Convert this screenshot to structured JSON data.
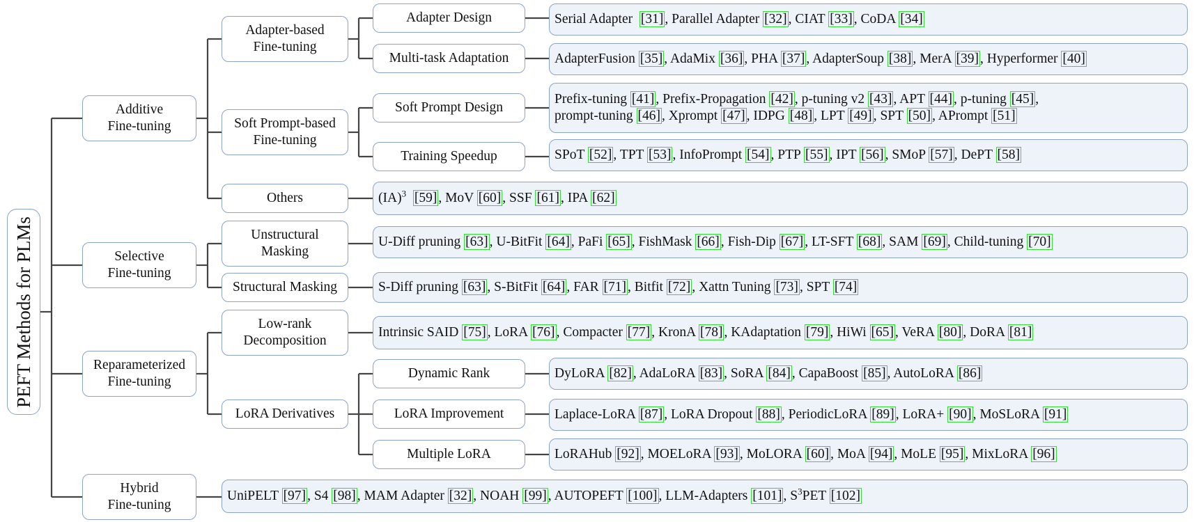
{
  "root": {
    "label": "PEFT Methods for PLMs"
  },
  "categories": [
    {
      "id": "c-additive",
      "label": "Additive\nFine-tuning"
    },
    {
      "id": "c-selective",
      "label": "Selective\nFine-tuning"
    },
    {
      "id": "c-reparam",
      "label": "Reparameterized\nFine-tuning"
    },
    {
      "id": "c-hybrid",
      "label": "Hybrid\nFine-tuning"
    }
  ],
  "subcategories": [
    {
      "id": "s-adapter",
      "label": "Adapter-based\nFine-tuning"
    },
    {
      "id": "s-softprompt",
      "label": "Soft Prompt-based\nFine-tuning"
    },
    {
      "id": "s-others",
      "label": "Others"
    },
    {
      "id": "s-unstruct",
      "label": "Unstructural\nMasking"
    },
    {
      "id": "s-struct",
      "label": "Structural Masking"
    },
    {
      "id": "s-lowrank",
      "label": "Low-rank\nDecomposition"
    },
    {
      "id": "s-loraderiv",
      "label": "LoRA Derivatives"
    }
  ],
  "topics": [
    {
      "id": "t-adapterdesign",
      "label": "Adapter Design"
    },
    {
      "id": "t-multitask",
      "label": "Multi-task Adaptation"
    },
    {
      "id": "t-softpromptdesign",
      "label": "Soft Prompt Design"
    },
    {
      "id": "t-trainingspeedup",
      "label": "Training Speedup"
    },
    {
      "id": "t-dynamicrank",
      "label": "Dynamic Rank"
    },
    {
      "id": "t-loraimprove",
      "label": "LoRA Improvement"
    },
    {
      "id": "t-multiplelora",
      "label": "Multiple LoRA"
    }
  ],
  "leaves": [
    {
      "id": "l-adapterdesign",
      "items": [
        [
          "Serial Adapter  ",
          "31"
        ],
        [
          "Parallel Adapter ",
          "32"
        ],
        [
          "CIAT ",
          "33"
        ],
        [
          "CoDA ",
          "34"
        ]
      ]
    },
    {
      "id": "l-multitask",
      "items": [
        [
          "AdapterFusion ",
          "35"
        ],
        [
          "AdaMix ",
          "36"
        ],
        [
          "PHA ",
          "37"
        ],
        [
          "AdapterSoup ",
          "38"
        ],
        [
          "MerA ",
          "39"
        ],
        [
          "Hyperformer ",
          "40"
        ]
      ]
    },
    {
      "id": "l-softpromptdesign",
      "items": [
        [
          "Prefix-tuning ",
          "41"
        ],
        [
          "Prefix-Propagation ",
          "42"
        ],
        [
          "p-tuning v2 ",
          "43"
        ],
        [
          "APT ",
          "44"
        ],
        [
          "p-tuning ",
          "45"
        ],
        [
          "prompt-tuning ",
          "46"
        ],
        [
          "Xprompt ",
          "47"
        ],
        [
          "IDPG ",
          "48"
        ],
        [
          "LPT ",
          "49"
        ],
        [
          "SPT ",
          "50"
        ],
        [
          "APrompt ",
          "51"
        ]
      ],
      "break_after": 4
    },
    {
      "id": "l-trainingspeedup",
      "items": [
        [
          "SPoT ",
          "52"
        ],
        [
          "TPT ",
          "53"
        ],
        [
          "InfoPrompt ",
          "54"
        ],
        [
          "PTP ",
          "55"
        ],
        [
          "IPT ",
          "56"
        ],
        [
          "SMoP ",
          "57"
        ],
        [
          "DePT ",
          "58"
        ]
      ]
    },
    {
      "id": "l-others",
      "items": [
        [
          "(IA)",
          "3",
          "  ",
          "59"
        ],
        [
          "MoV ",
          "60"
        ],
        [
          "SSF ",
          "61"
        ],
        [
          "IPA ",
          "62"
        ]
      ]
    },
    {
      "id": "l-unstruct",
      "items": [
        [
          "U-Diff pruning ",
          "63"
        ],
        [
          "U-BitFit ",
          "64"
        ],
        [
          "PaFi ",
          "65"
        ],
        [
          "FishMask ",
          "66"
        ],
        [
          "Fish-Dip ",
          "67"
        ],
        [
          "LT-SFT ",
          "68"
        ],
        [
          "SAM ",
          "69"
        ],
        [
          "Child-tuning ",
          "70"
        ]
      ]
    },
    {
      "id": "l-struct",
      "items": [
        [
          "S-Diff pruning ",
          "63"
        ],
        [
          "S-BitFit ",
          "64"
        ],
        [
          "FAR ",
          "71"
        ],
        [
          "Bitfit ",
          "72"
        ],
        [
          "Xattn Tuning ",
          "73"
        ],
        [
          "SPT ",
          "74"
        ]
      ]
    },
    {
      "id": "l-lowrank",
      "items": [
        [
          "Intrinsic SAID ",
          "75"
        ],
        [
          "LoRA ",
          "76"
        ],
        [
          "Compacter ",
          "77"
        ],
        [
          "KronA ",
          "78"
        ],
        [
          "KAdaptation ",
          "79"
        ],
        [
          "HiWi ",
          "65"
        ],
        [
          "VeRA ",
          "80"
        ],
        [
          "DoRA ",
          "81"
        ]
      ]
    },
    {
      "id": "l-dynamicrank",
      "items": [
        [
          "DyLoRA ",
          "82"
        ],
        [
          "AdaLoRA ",
          "83"
        ],
        [
          "SoRA ",
          "84"
        ],
        [
          "CapaBoost ",
          "85"
        ],
        [
          "AutoLoRA ",
          "86"
        ]
      ]
    },
    {
      "id": "l-loraimprove",
      "items": [
        [
          "Laplace-LoRA ",
          "87"
        ],
        [
          "LoRA Dropout ",
          "88"
        ],
        [
          "PeriodicLoRA ",
          "89"
        ],
        [
          "LoRA+ ",
          "90"
        ],
        [
          "MoSLoRA ",
          "91"
        ]
      ]
    },
    {
      "id": "l-multiplelora",
      "items": [
        [
          "LoRAHub ",
          "92"
        ],
        [
          "MOELoRA ",
          "93"
        ],
        [
          "MoLORA ",
          "60"
        ],
        [
          "MoA ",
          "94"
        ],
        [
          "MoLE ",
          "95"
        ],
        [
          "MixLoRA ",
          "96"
        ]
      ]
    },
    {
      "id": "l-hybrid",
      "items": [
        [
          "UniPELT ",
          "97"
        ],
        [
          "S4 ",
          "98"
        ],
        [
          "MAM Adapter ",
          "32"
        ],
        [
          "NOAH ",
          "99"
        ],
        [
          "AUTOPEFT ",
          "100"
        ],
        [
          "LLM-Adapters ",
          "101"
        ],
        [
          "S",
          "3",
          "PET ",
          "102"
        ]
      ]
    }
  ],
  "colors": {
    "node_border": "#8aa3c8",
    "leaf_fill": "#eef3fa",
    "connector": "#444444",
    "citation_box": "#33dd33"
  }
}
